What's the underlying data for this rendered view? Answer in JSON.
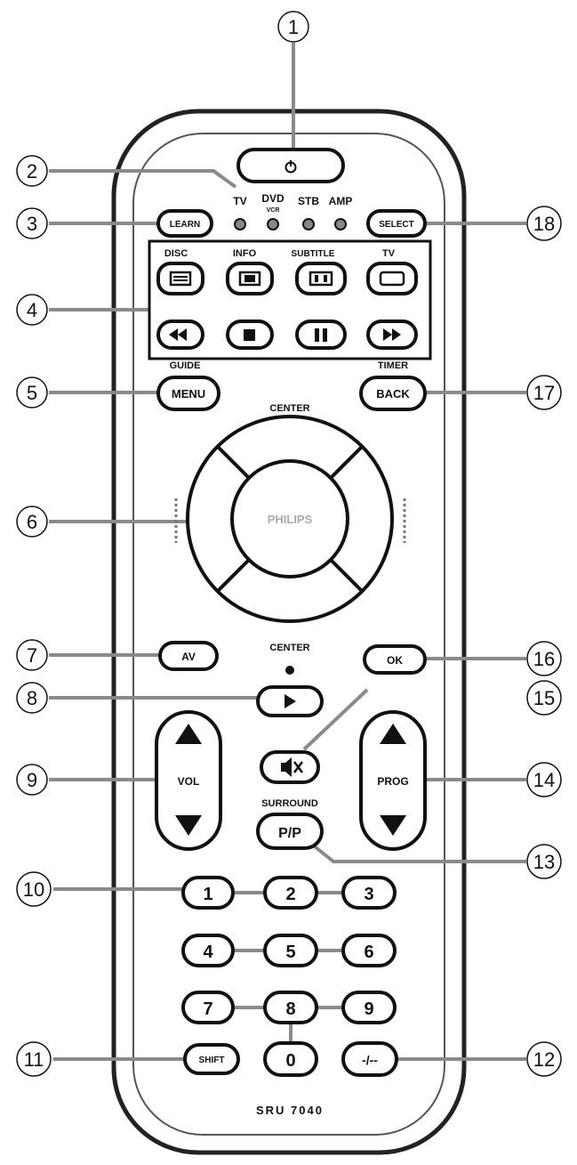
{
  "callouts": [
    "1",
    "2",
    "3",
    "4",
    "5",
    "6",
    "7",
    "8",
    "9",
    "10",
    "11",
    "12",
    "13",
    "14",
    "15",
    "16",
    "17",
    "18"
  ],
  "power": {
    "icon": "power-icon"
  },
  "modes": {
    "tv": "TV",
    "dvd": "DVD",
    "dvd_sub": "VCR",
    "stb": "STB",
    "amp": "AMP"
  },
  "buttons": {
    "learn": "LEARN",
    "select": "SELECT",
    "menu": "MENU",
    "back": "BACK",
    "av": "AV",
    "ok": "OK",
    "vol": "VOL",
    "prog": "PROG",
    "pip": "P/P",
    "shift": "SHIFT",
    "dash": "-/--"
  },
  "labels": {
    "disc": "DISC",
    "info": "INFO",
    "subtitle": "SUBTITLE",
    "tv": "TV",
    "guide": "GUIDE",
    "timer": "TIMER",
    "center_top": "CENTER",
    "center_mid": "CENTER",
    "surround": "SURROUND",
    "brand": "PHILIPS",
    "model": "SRU 7040"
  },
  "digits": [
    "1",
    "2",
    "3",
    "4",
    "5",
    "6",
    "7",
    "8",
    "9",
    "0"
  ],
  "icons": [
    "disc-menu-icon",
    "info-icon",
    "subtitle-icon",
    "tv-screen-icon",
    "rewind-icon",
    "stop-icon",
    "pause-icon",
    "fast-forward-icon",
    "play-icon",
    "mute-icon",
    "up-arrow-icon",
    "down-arrow-icon"
  ]
}
